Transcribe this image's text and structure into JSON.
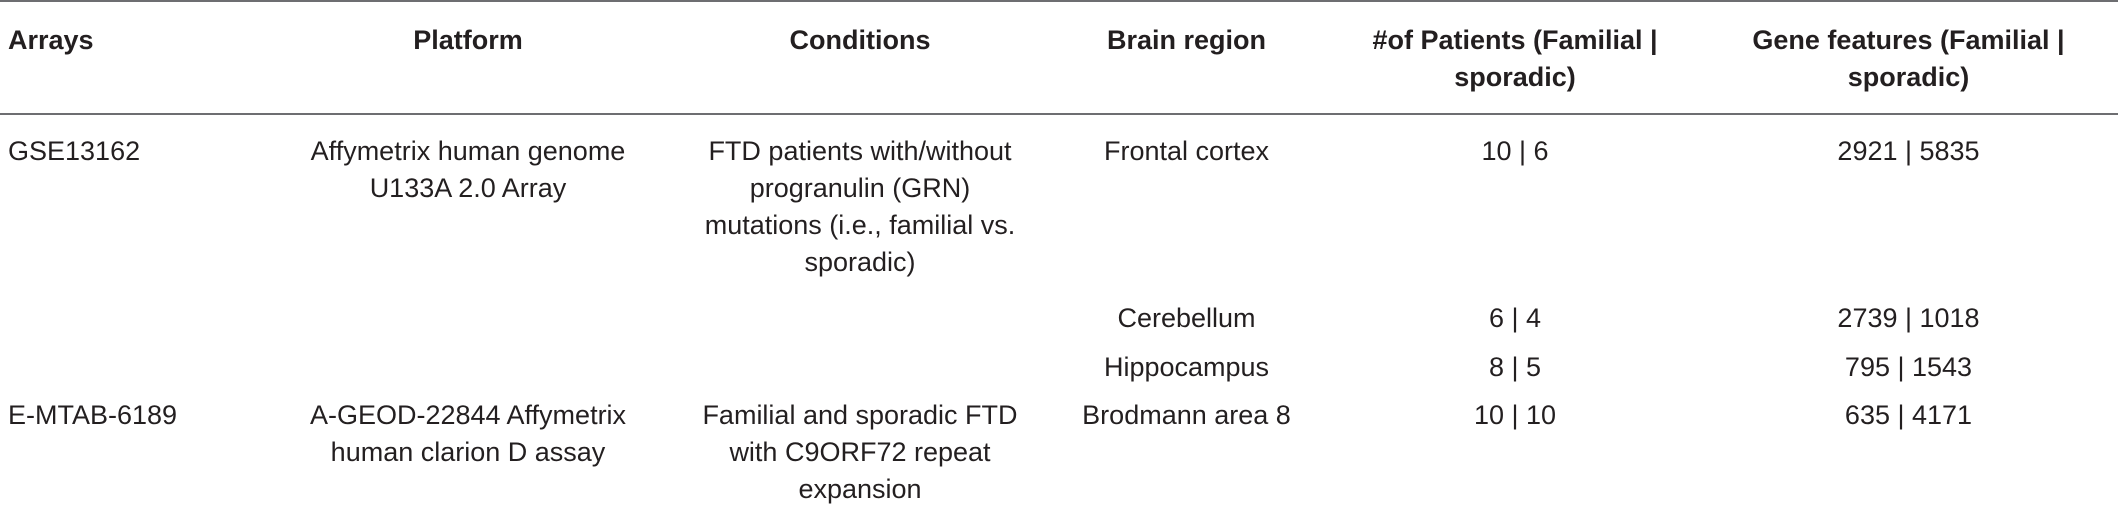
{
  "table": {
    "headers": [
      "Arrays",
      "Platform",
      "Conditions",
      "Brain region",
      "#of Patients (Familial | sporadic)",
      "Gene features (Familial | sporadic)"
    ],
    "rows": [
      [
        "GSE13162",
        "Affymetrix human genome U133A 2.0 Array",
        "FTD patients with/without progranulin (GRN) mutations (i.e., familial vs. sporadic)",
        "Frontal cortex",
        "10 | 6",
        "2921 | 5835"
      ],
      [
        "",
        "",
        "",
        "Cerebellum",
        "6 | 4",
        "2739 | 1018"
      ],
      [
        "",
        "",
        "",
        "Hippocampus",
        "8 | 5",
        "795 | 1543"
      ],
      [
        "E-MTAB-6189",
        "A-GEOD-22844 Affymetrix human clarion D assay",
        "Familial and sporadic FTD with C9ORF72 repeat expansion",
        "Brodmann area 8",
        "10 | 10",
        "635 | 4171"
      ]
    ]
  },
  "colors": {
    "text": "#231f20",
    "rule": "#6d6e71"
  }
}
